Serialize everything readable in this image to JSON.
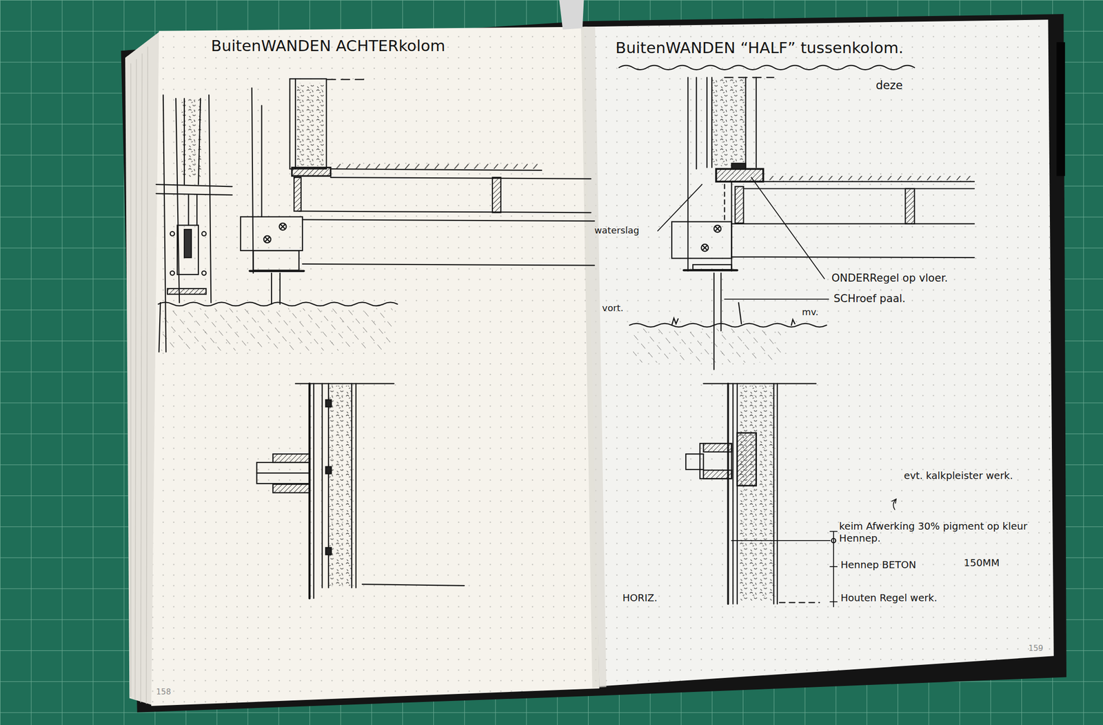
{
  "diagram": {
    "labels": [
      "BuitenWANDEN ACHTERkolom",
      "BuitenWANDEN “HALF” tussenkolom.",
      "deze",
      "waterslag",
      "ONDERRegel op vloer.",
      "SCHroef paal.",
      "vort.",
      "mv.",
      "evt. kalkpleister werk.",
      "keim Afwerking 30% pigment op kleur Hennep.",
      "Hennep BETON",
      "150MM",
      "Houten Regel werk.",
      "HORIZ.",
      "158",
      "159"
    ]
  }
}
